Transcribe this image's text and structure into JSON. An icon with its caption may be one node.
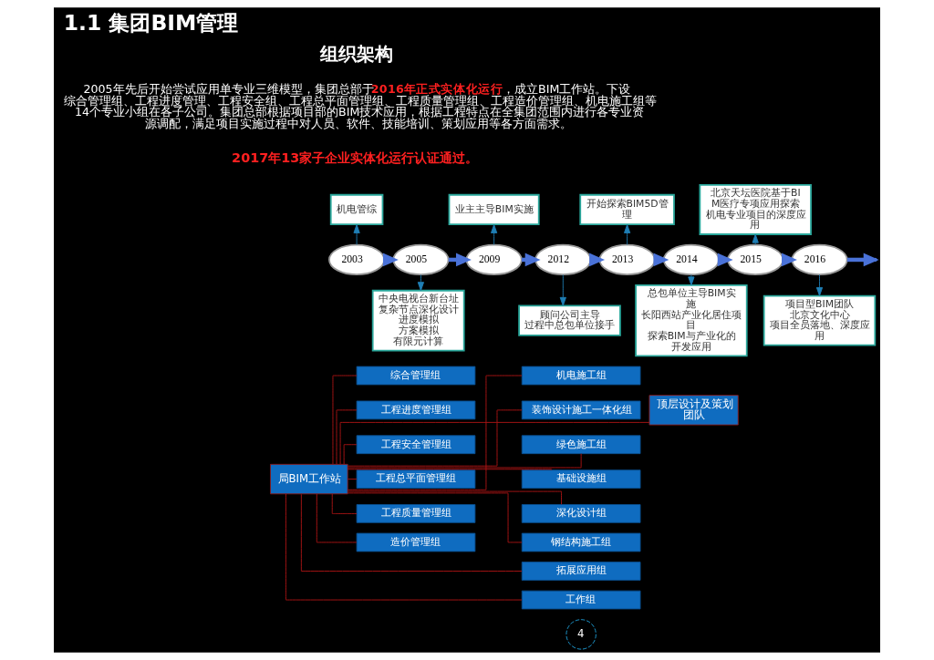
{
  "diagram": {
    "title": "1.1 集团BIM管理",
    "nodes": [
      {
        "text": [
          "局BIM工作站"
        ]
      },
      {
        "text": [
          "顶层设计及策划团队"
        ]
      },
      {
        "text": [
          "综合管理组"
        ]
      },
      {
        "text": [
          "工程进度管理组"
        ]
      },
      {
        "text": [
          "工程安全管理组"
        ]
      },
      {
        "text": [
          "工程总平面管理组"
        ]
      },
      {
        "text": [
          "工程质量管理组"
        ]
      },
      {
        "text": [
          "造价管理组"
        ]
      },
      {
        "text": [
          "机电施工组"
        ]
      },
      {
        "text": [
          "装饰设计施工一体化组"
        ]
      },
      {
        "text": [
          "绿色施工组"
        ]
      },
      {
        "text": [
          "基础设施组"
        ]
      },
      {
        "text": [
          "深化设计组"
        ]
      },
      {
        "text": [
          "钢结构施工组"
        ]
      },
      {
        "text": [
          "拓展应用组"
        ]
      },
      {
        "text": [
          "工作组"
        ]
      },
      {
        "text": [
          "2003"
        ]
      },
      {
        "text": [
          "2005"
        ]
      },
      {
        "text": [
          "2009"
        ]
      },
      {
        "text": [
          "2012"
        ]
      },
      {
        "text": [
          "2013"
        ]
      },
      {
        "text": [
          "2014"
        ]
      },
      {
        "text": [
          "2015"
        ]
      },
      {
        "text": [
          "2016"
        ]
      },
      {
        "text": [
          "机电管综"
        ]
      },
      {
        "text": [
          "业主主导BIM实施"
        ]
      },
      {
        "text": [
          "开始探索BIM5D管理"
        ]
      },
      {
        "text": [
          "北京天坛医院基于BIM医疗专项应用探索",
          "机电专业项目的深度应用"
        ]
      },
      {
        "text": [
          "中央电视台新台址",
          "复杂节点深化设计",
          "进度模拟",
          "方案模拟",
          "有限元计算"
        ]
      },
      {
        "text": [
          "顾问公司主导",
          "过程中总包单位接手"
        ]
      },
      {
        "text": [
          "总包单位主导BIM实施",
          "长阳西站产业化居住项目",
          "探索BIM与产业化的开发应用"
        ]
      },
      {
        "text": [
          "项目型BIM团队",
          "北京文化中心",
          "项目全员落地、深度应用"
        ]
      }
    ],
    "edges": [
      {
        "from": 0,
        "to": 1,
        "arrow": "none"
      },
      {
        "from": 0,
        "to": 2,
        "arrow": "none"
      },
      {
        "from": 0,
        "to": 3,
        "arrow": "none"
      },
      {
        "from": 0,
        "to": 4,
        "arrow": "none"
      },
      {
        "from": 0,
        "to": 5,
        "arrow": "none"
      },
      {
        "from": 0,
        "to": 6,
        "arrow": "none"
      },
      {
        "from": 0,
        "to": 7,
        "arrow": "none"
      },
      {
        "from": 0,
        "to": 8,
        "arrow": "none"
      },
      {
        "from": 0,
        "to": 9,
        "arrow": "none"
      },
      {
        "from": 0,
        "to": 10,
        "arrow": "none"
      },
      {
        "from": 0,
        "to": 11,
        "arrow": "none"
      },
      {
        "from": 0,
        "to": 12,
        "arrow": "none"
      },
      {
        "from": 0,
        "to": 13,
        "arrow": "none"
      },
      {
        "from": 0,
        "to": 14,
        "arrow": "none"
      },
      {
        "from": 0,
        "to": 15,
        "arrow": "none"
      },
      {
        "from": 16,
        "to": 17,
        "arrow": "to",
        "style": "thick",
        "color": "#4a72d8"
      },
      {
        "from": 17,
        "to": 18,
        "arrow": "to",
        "style": "thick",
        "color": "#4a72d8"
      },
      {
        "from": 18,
        "to": 19,
        "arrow": "to",
        "style": "thick",
        "color": "#4a72d8"
      },
      {
        "from": 19,
        "to": 20,
        "arrow": "to",
        "style": "thick",
        "color": "#4a72d8"
      },
      {
        "from": 20,
        "to": 21,
        "arrow": "to",
        "style": "thick",
        "color": "#4a72d8"
      },
      {
        "from": 21,
        "to": 22,
        "arrow": "to",
        "style": "thick",
        "color": "#4a72d8"
      },
      {
        "from": 22,
        "to": 23,
        "arrow": "to",
        "style": "thick",
        "color": "#4a72d8"
      },
      {
        "from": 23,
        "to": null,
        "arrow": "to",
        "style": "thick",
        "color": "#4a72d8"
      },
      {
        "from": 16,
        "to": 24,
        "arrow": "to",
        "color": "#1f7fb5"
      },
      {
        "from": 18,
        "to": 25,
        "arrow": "to",
        "color": "#1f7fb5"
      },
      {
        "from": 20,
        "to": 26,
        "arrow": "to",
        "color": "#1f7fb5"
      },
      {
        "from": 22,
        "to": 27,
        "arrow": "to",
        "color": "#1f7fb5"
      },
      {
        "from": 17,
        "to": 28,
        "arrow": "to",
        "color": "#1f7fb5"
      },
      {
        "from": 19,
        "to": 29,
        "arrow": "to",
        "color": "#1f7fb5"
      },
      {
        "from": 21,
        "to": 30,
        "arrow": "to",
        "color": "#1f7fb5"
      },
      {
        "from": 23,
        "to": 31,
        "arrow": "to",
        "color": "#1f7fb5"
      }
    ],
    "labels": [
      "组织架构",
      "2005年先后开始尝试应用单专业三维模型，集团总部于**2016年正式实体化运行**，成立BIM工作站。下设综合管理组、工程进度管理、工程安全组、工程总平面管理组、工程质量管理组、工程造价管理组、机电施工组等14个专业小组在各子公司。集团总部根据项目部的BIM技术应用，根据工程特点在全集团范围内进行各专业资源调配，满足项目实施过程中对人员、软件、技能培训、策划应用等各方面需求。",
      "2017年13家子企业实体化运行认证通过。",
      "4"
    ]
  }
}
